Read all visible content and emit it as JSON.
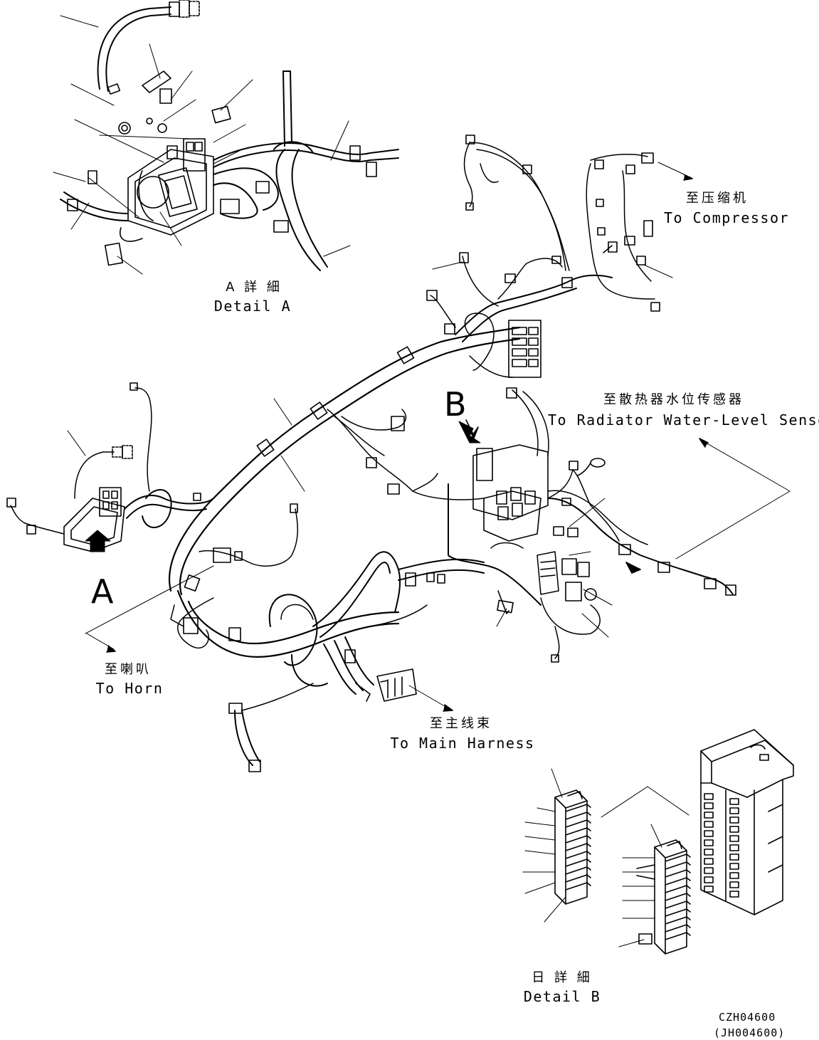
{
  "labels": {
    "detail_a_cn": "A 詳 細",
    "detail_a_en": "Detail A",
    "compressor_cn": "至压缩机",
    "compressor_en": "To Compressor",
    "radiator_cn": "至散热器水位传感器",
    "radiator_en": "To Radiator Water-Level Sensor",
    "horn_cn": "至喇叭",
    "horn_en": "To Horn",
    "main_harness_cn": "至主线束",
    "main_harness_en": "To Main Harness",
    "detail_b_cn": "日 詳 細",
    "detail_b_en": "Detail B",
    "marker_a": "A",
    "marker_b": "B",
    "drawing_no": "CZH04600",
    "drawing_no_alt": "(JH004600)"
  }
}
